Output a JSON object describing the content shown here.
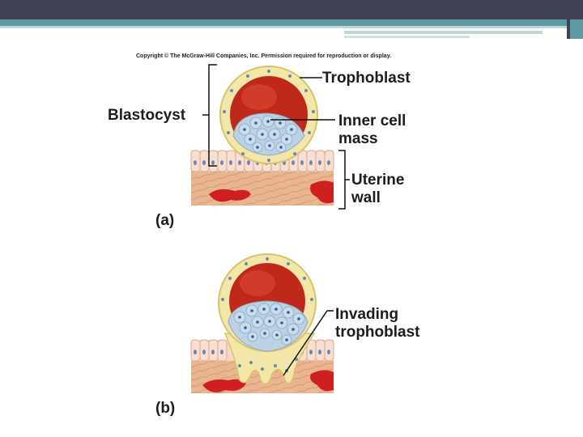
{
  "copyright": "Copyright © The McGraw-Hill Companies, Inc. Permission required for reproduction or display.",
  "labels": {
    "trophoblast": "Trophoblast",
    "blastocyst": "Blastocyst",
    "inner_cell_mass_1": "Inner cell",
    "inner_cell_mass_2": "mass",
    "uterine_wall_1": "Uterine",
    "uterine_wall_2": "wall",
    "panel_a": "(a)",
    "invading_1": "Invading",
    "invading_2": "trophoblast",
    "panel_b": "(b)"
  },
  "colors": {
    "header": "#3f4252",
    "accent": "#5e9aa2",
    "cavity": "#c0281c",
    "trophoblast": "#f2e7a8",
    "inner_cells": "#bcd2e4",
    "uterine_tissue": "#e8b48d",
    "epithelium": "#f6d7c6",
    "blood": "#d01f1f"
  }
}
